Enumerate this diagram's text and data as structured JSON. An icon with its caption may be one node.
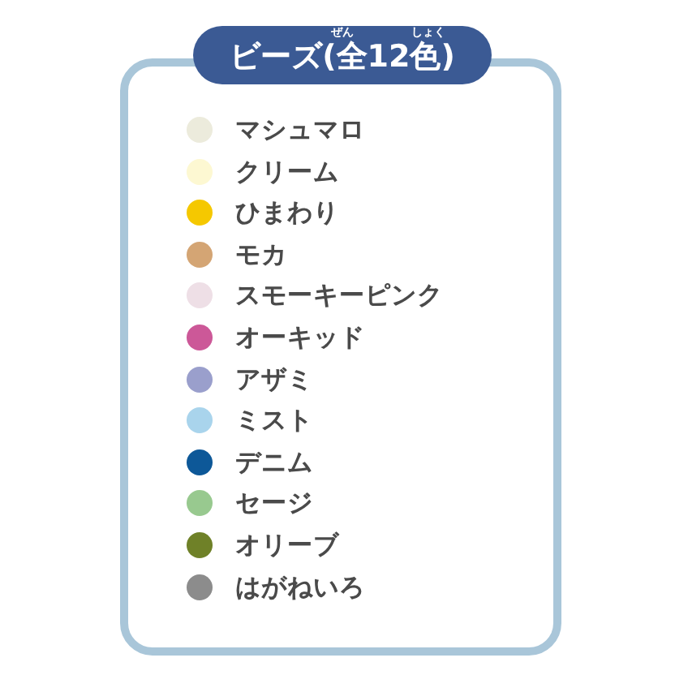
{
  "diagram": {
    "title": "ビーズ(全12色)",
    "labels": [
      "ぜん",
      "しょく"
    ],
    "legend": [
      {
        "text": "マシュマロ",
        "color": "#ecebdc"
      },
      {
        "text": "クリーム",
        "color": "#fdf8d2"
      },
      {
        "text": "ひまわり",
        "color": "#f5c800"
      },
      {
        "text": "モカ",
        "color": "#d4a574"
      },
      {
        "text": "スモーキーピンク",
        "color": "#eedfe6"
      },
      {
        "text": "オーキッド",
        "color": "#cc5898"
      },
      {
        "text": "アザミ",
        "color": "#9a9fcc"
      },
      {
        "text": "ミスト",
        "color": "#a9d4ec"
      },
      {
        "text": "デニム",
        "color": "#0d5898"
      },
      {
        "text": "セージ",
        "color": "#98c98f"
      },
      {
        "text": "オリーブ",
        "color": "#6f8128"
      },
      {
        "text": "はがねいろ",
        "color": "#8c8c8c"
      }
    ]
  }
}
